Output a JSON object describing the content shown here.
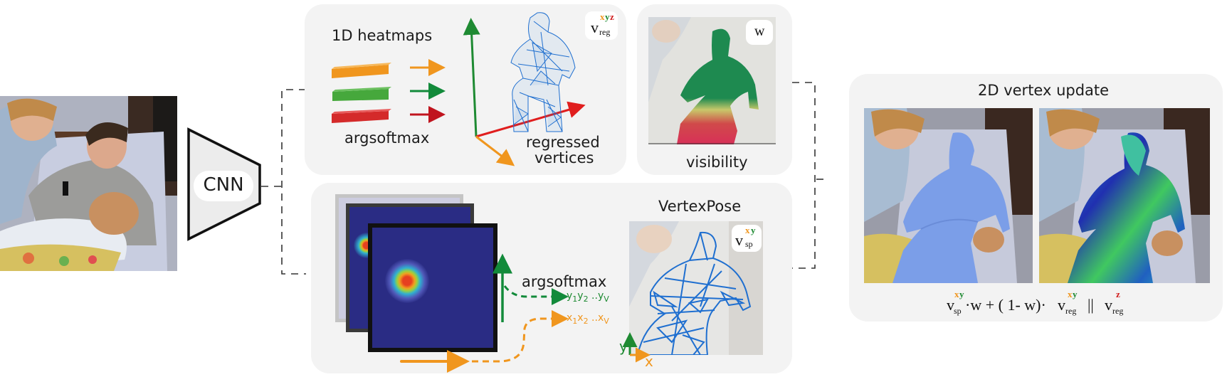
{
  "input": {
    "photo_alt": "Input photo: a woman leaning over a man in an armchair holding a baby",
    "colors": {
      "wall": "#b8bcc8",
      "chair": "#c9cde0",
      "shirt": "#9a9a98",
      "hair": "#3a2a1e",
      "skin": "#d9a98a",
      "blanket": "#d8c060"
    }
  },
  "cnn": {
    "label": "CNN",
    "fill": "#ececec",
    "stroke": "#111111"
  },
  "panels": {
    "regression": {
      "title": "1D heatmaps",
      "bars_caption": "argsoftmax",
      "figure_caption_line1": "regressed",
      "figure_caption_line2": "vertices",
      "badge": {
        "base": "v",
        "sub": "reg",
        "sup": [
          "x",
          "y",
          "z"
        ]
      },
      "bar_colors": [
        "#f0961e",
        "#46a83c",
        "#d42a2a"
      ],
      "arrow_colors": [
        "#f0961e",
        "#128a3a",
        "#c0141e"
      ],
      "axis_colors": {
        "y": "#1e8a32",
        "x": "#e01e1e",
        "z": "#f0961e"
      },
      "mesh_color": "#1f6fd0"
    },
    "visibility": {
      "caption": "visibility",
      "badge": "w",
      "colors": {
        "visible": "#1e8a50",
        "occluded": "#d03050",
        "mid": "#d8c060"
      }
    },
    "vertexpose": {
      "title": "VertexPose",
      "argsoftmax_label": "argsoftmax",
      "y_output": {
        "text": "y",
        "seq": [
          "1",
          "2"
        ],
        "tail": " ..y",
        "last": "V"
      },
      "x_output": {
        "text": "x",
        "seq": [
          "1",
          "2"
        ],
        "tail": " ..x",
        "last": "V"
      },
      "badge": {
        "base": "v",
        "sub": "sp",
        "sup": [
          "x",
          "y"
        ]
      },
      "axis_y_label": "y",
      "axis_x_label": "x",
      "heatmap_color": "#2a2c84",
      "mesh_color": "#1f6fd0"
    },
    "update": {
      "title": "2D vertex update",
      "formula": {
        "term1": {
          "base": "v",
          "sub": "sp",
          "sup": [
            "x",
            "y"
          ]
        },
        "op1": "·w + ( 1- w)·",
        "term2": {
          "base": "v",
          "sub": "reg",
          "sup": [
            "x",
            "y"
          ]
        },
        "concat": "||",
        "term3": {
          "base": "v",
          "sub": "reg",
          "sup": [
            "z"
          ]
        }
      },
      "left_overlay_color": "#7b9ee8",
      "right_overlay_colors": [
        "#2030b0",
        "#20a0d0",
        "#40c860"
      ]
    }
  },
  "colors": {
    "panel_bg": "#f3f3f3",
    "x_color": "#f0961e",
    "y_color": "#1e8a32",
    "z_color": "#d01e1e",
    "dash": "#333333"
  }
}
